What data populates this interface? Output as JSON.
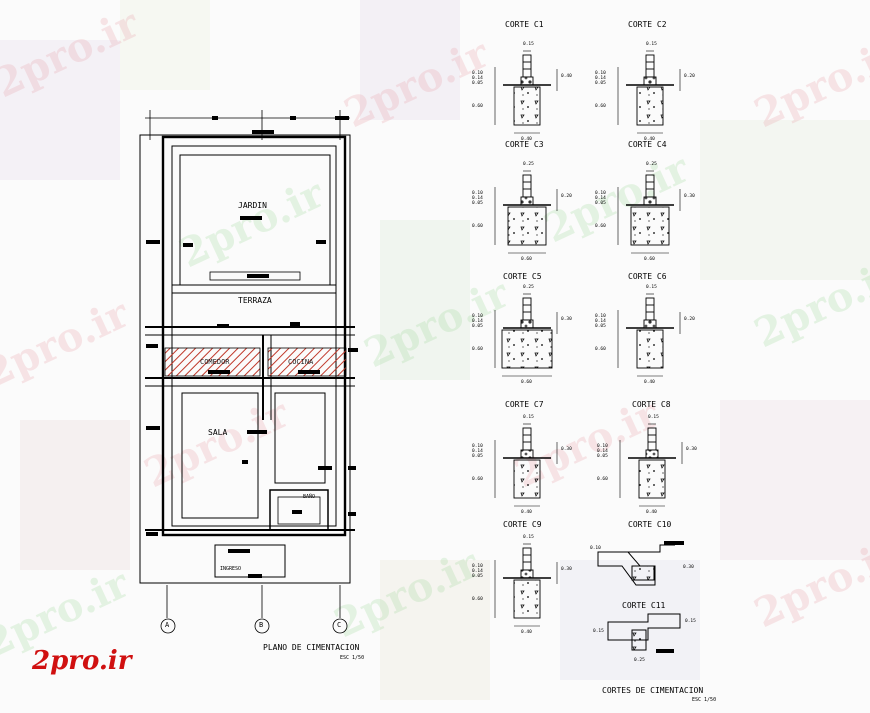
{
  "watermark_text": "2pro.ir",
  "logo_text": "2pro.ir",
  "plan": {
    "title": "PLANO DE CIMENTACION",
    "scale": "ESC 1/50",
    "rooms": {
      "jardin": "JARDIN",
      "terraza": "TERRAZA",
      "comedor": "COMEDOR",
      "cocina": "COCINA",
      "sala": "SALA",
      "bano": "BAÑO",
      "ingreso": "INGRESO"
    },
    "axes": [
      "A",
      "B",
      "C"
    ]
  },
  "sections": {
    "title": "CORTES DE CIMENTACION",
    "scale": "ESC 1/50",
    "items": [
      {
        "label": "CORTE C1",
        "dims": [
          "0.15",
          "0.10",
          "0.14",
          "0.05",
          "0.40",
          "0.60",
          "0.40"
        ]
      },
      {
        "label": "CORTE C2",
        "dims": [
          "0.15",
          "0.10",
          "0.14",
          "0.05",
          "0.20",
          "0.60",
          "0.40"
        ]
      },
      {
        "label": "CORTE C3",
        "dims": [
          "0.25",
          "0.10",
          "0.14",
          "0.05",
          "0.20",
          "0.60",
          "0.60"
        ]
      },
      {
        "label": "CORTE C4",
        "dims": [
          "0.25",
          "0.10",
          "0.14",
          "0.05",
          "0.30",
          "0.60",
          "0.60"
        ]
      },
      {
        "label": "CORTE C5",
        "dims": [
          "0.25",
          "0.10",
          "0.14",
          "0.05",
          "0.30",
          "0.60",
          "0.60"
        ]
      },
      {
        "label": "CORTE C6",
        "dims": [
          "0.15",
          "0.10",
          "0.14",
          "0.05",
          "0.20",
          "0.60",
          "0.40"
        ]
      },
      {
        "label": "CORTE C7",
        "dims": [
          "0.15",
          "0.10",
          "0.14",
          "0.05",
          "0.30",
          "0.60",
          "0.40"
        ]
      },
      {
        "label": "CORTE C8",
        "dims": [
          "0.15",
          "0.10",
          "0.14",
          "0.05",
          "0.30",
          "0.60",
          "0.40"
        ]
      },
      {
        "label": "CORTE C9",
        "dims": [
          "0.15",
          "0.10",
          "0.14",
          "0.05",
          "0.30",
          "0.60",
          "0.40"
        ]
      },
      {
        "label": "CORTE C10",
        "dims": [
          "0.10",
          "0.30"
        ]
      },
      {
        "label": "CORTE C11",
        "dims": [
          "0.15",
          "0.15",
          "0.25"
        ]
      }
    ]
  },
  "colors": {
    "line": "#000000",
    "hatch": "#c0392b",
    "watermark_red": "#e8a0a8",
    "watermark_green": "#9fd89a",
    "logo_red": "#d01010"
  }
}
